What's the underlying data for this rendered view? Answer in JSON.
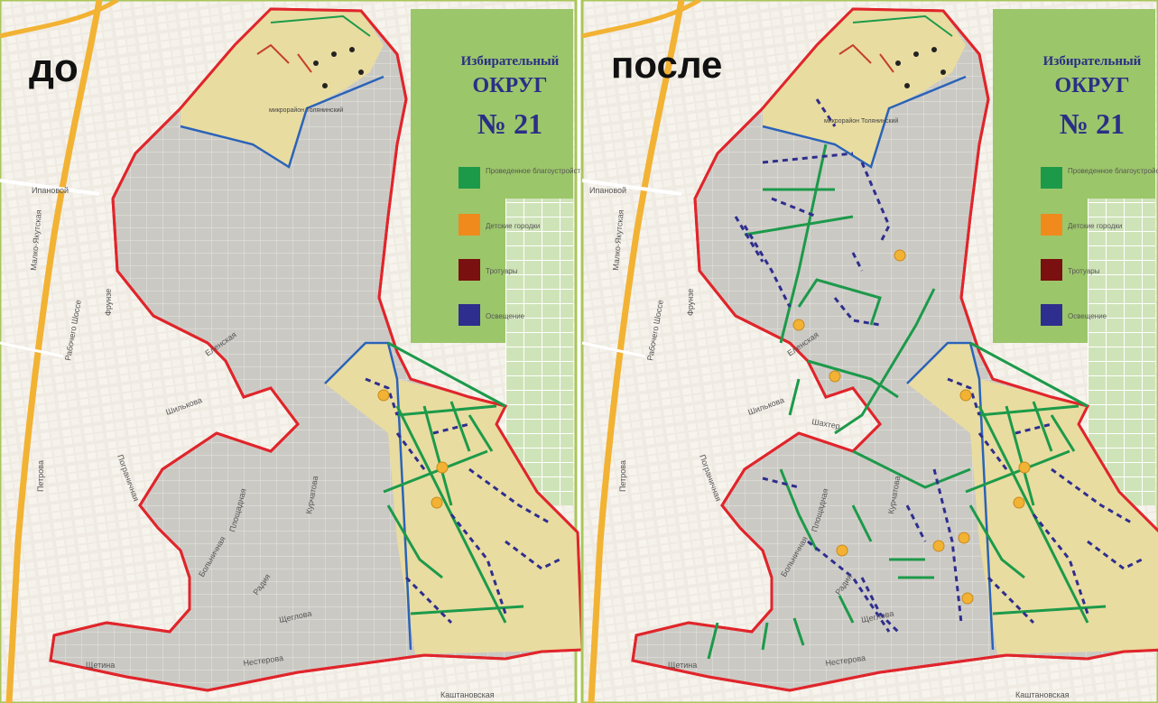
{
  "panels": [
    {
      "id": "before",
      "title": "до",
      "okrug_word1": "Избирательный",
      "okrug_word2": "ОКРУГ",
      "okrug_number": "№ 21"
    },
    {
      "id": "after",
      "title": "после",
      "okrug_word1": "Избирательный",
      "okrug_word2": "ОКРУГ",
      "okrug_number": "№ 21"
    }
  ],
  "legend": [
    {
      "label": "Проведенное благоустройство (асфальт)",
      "color": "#1c9a4a"
    },
    {
      "label": "Детские городки",
      "color": "#f08a1c"
    },
    {
      "label": "Тротуары",
      "color": "#7a1010"
    },
    {
      "label": "Освещение",
      "color": "#2e2e8e"
    }
  ],
  "streets": {
    "top_left": "Ипановой",
    "vertical_left": "Малко-Якутская",
    "vertical_left2": "Рабочего Шоссе",
    "frunze": "Фрунзе",
    "petrova": "Петрова",
    "shakhtar": "Шахтер",
    "elenskaya": "Еленская",
    "shilkova": "Шилькова",
    "pogranichnaya": "Пограничная",
    "ploshadnaya": "Площадная",
    "bolnichnaya": "Больничная",
    "kurchatova": "Курчатова",
    "radiya": "Радия",
    "shcheglova": "Щеглова",
    "nesterova": "Нестерова",
    "shchetina": "Щетина",
    "kashtanovaya": "Каштановская",
    "tolyaninsky": "микрорайон Толянинский"
  }
}
